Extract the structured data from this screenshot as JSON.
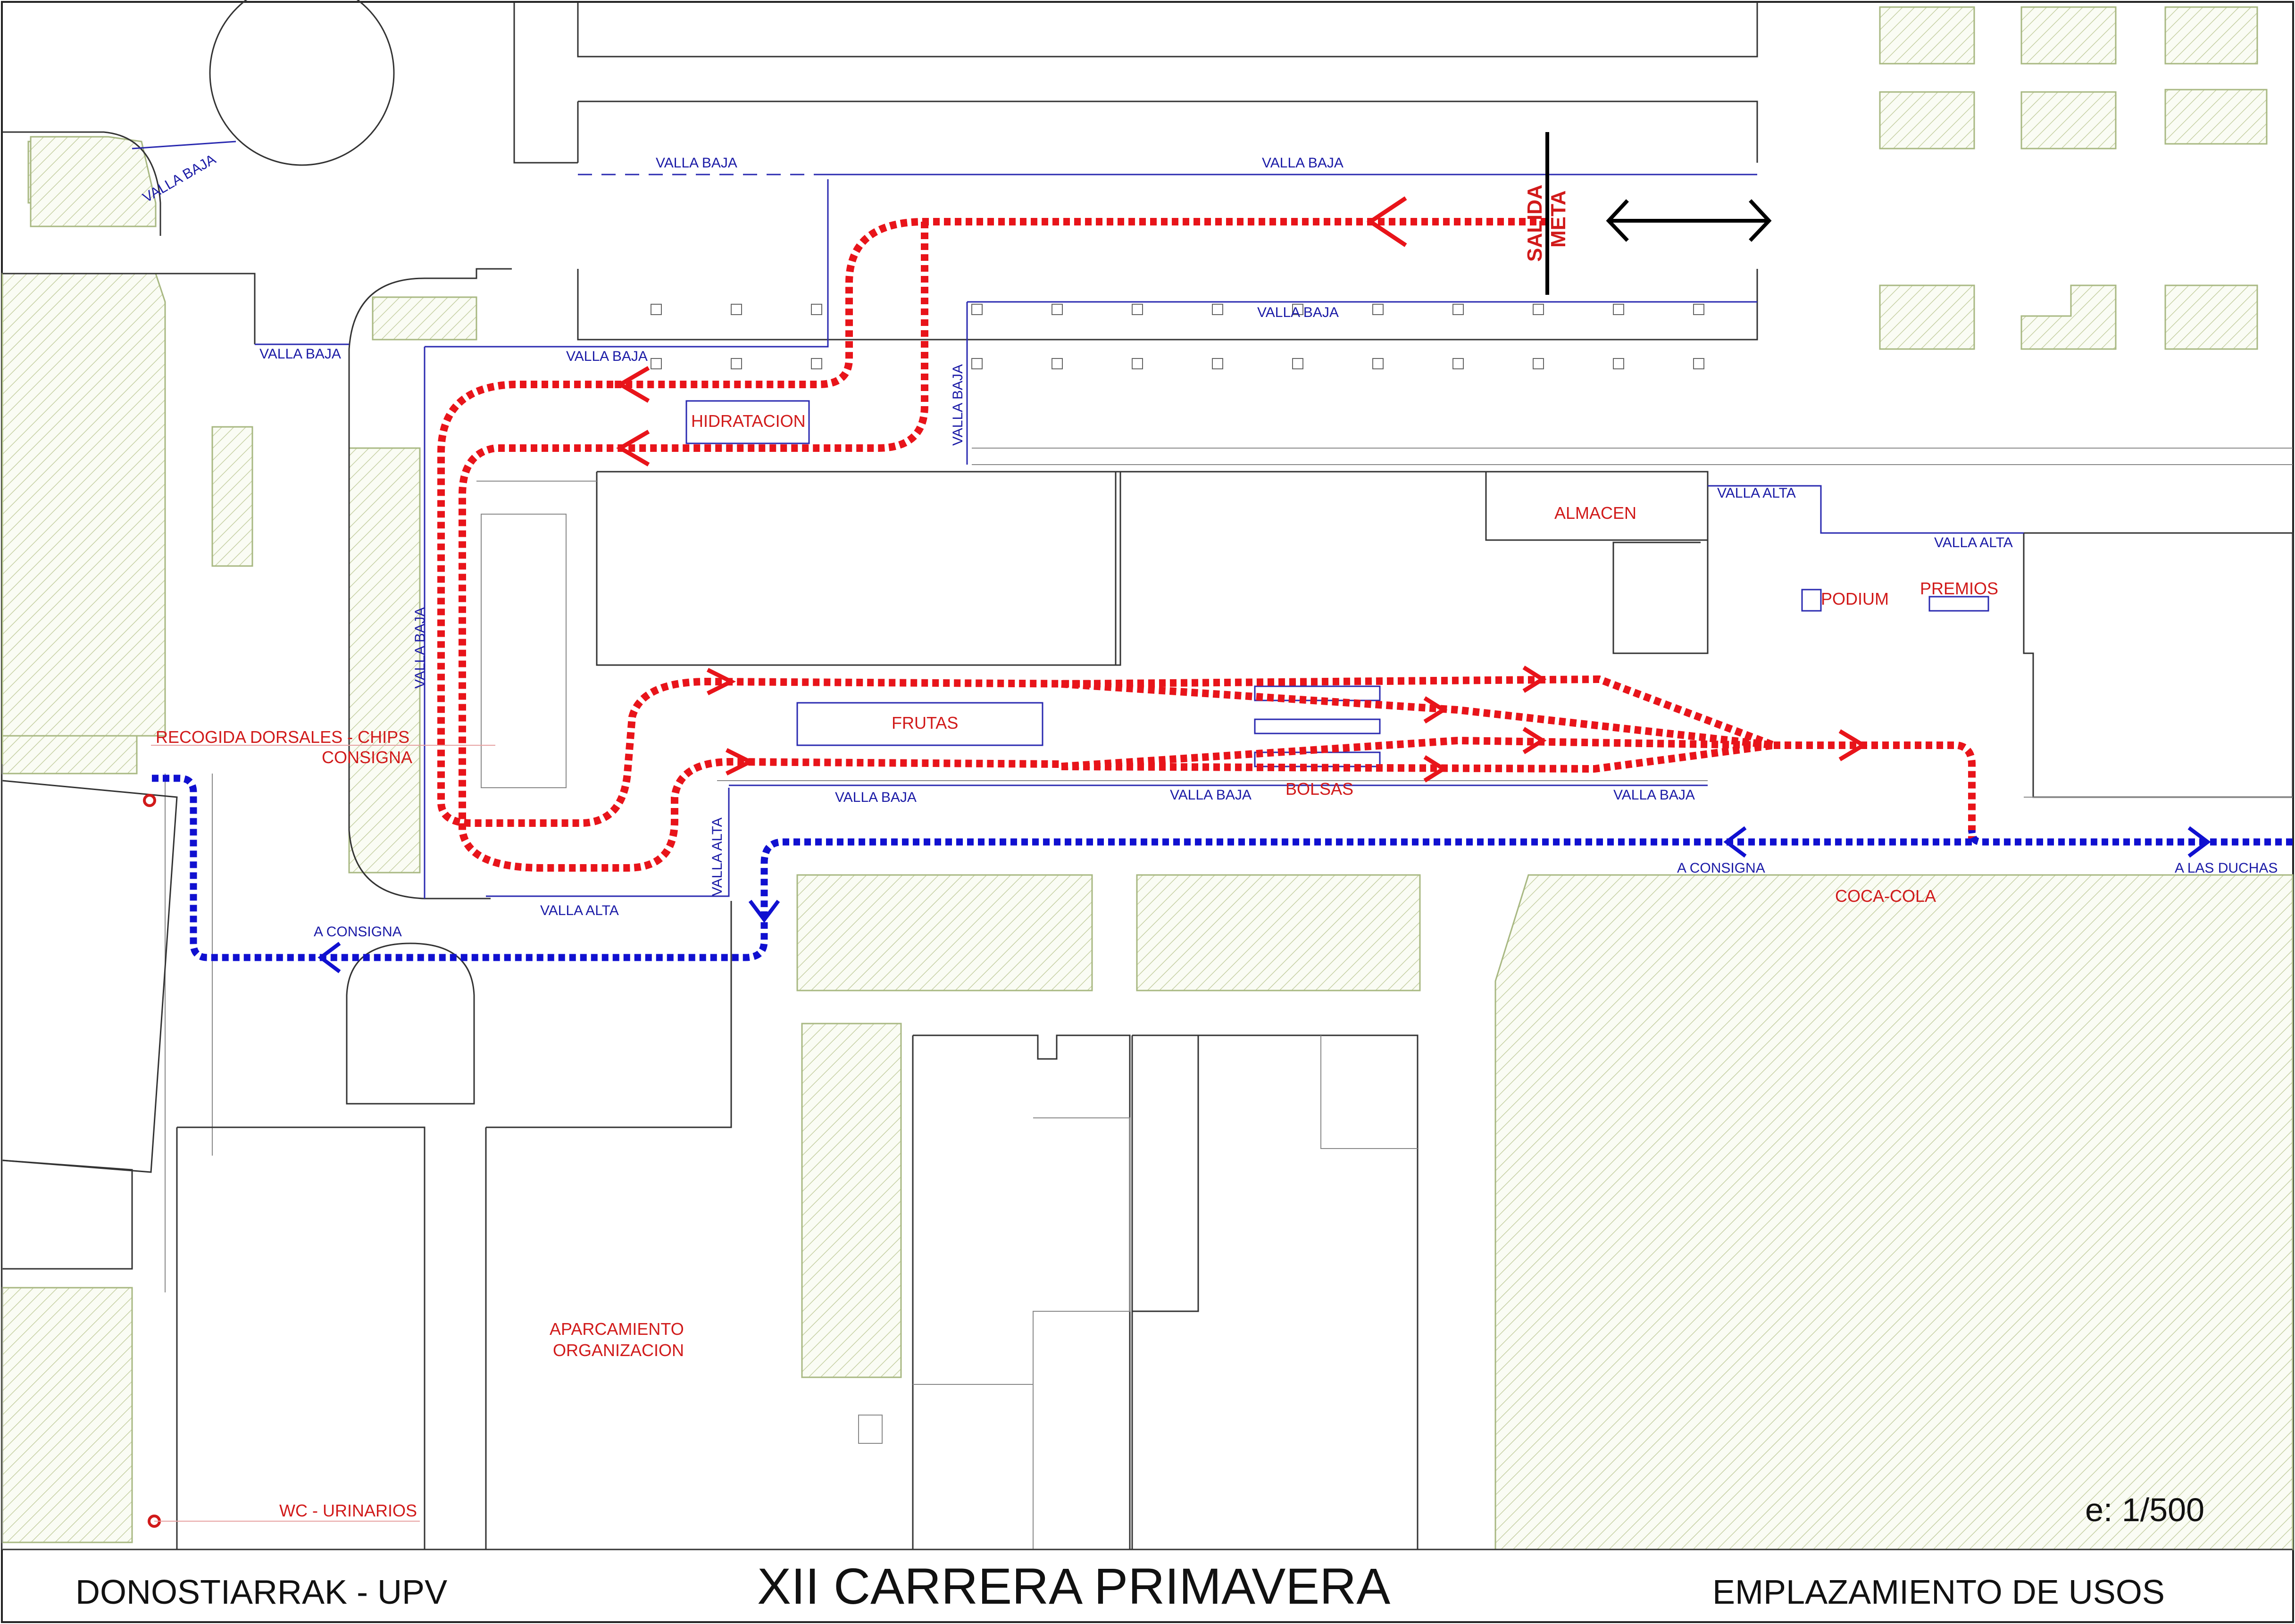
{
  "map": {
    "title": "XII CARRERA PRIMAVERA",
    "organizer": "DONOSTIARRAK - UPV",
    "subtitle": "EMPLAZAMIENTO DE USOS",
    "scale": "e: 1/500",
    "labels": {
      "salida": "SALIDA",
      "meta": "META",
      "hidratacion": "HIDRATACION",
      "frutas": "FRUTAS",
      "bolsas": "BOLSAS",
      "almacen": "ALMACEN",
      "podium": "PODIUM",
      "premios": "PREMIOS",
      "coca_cola": "COCA-COLA",
      "recogida": "RECOGIDA DORSALES - CHIPS",
      "consigna": "CONSIGNA",
      "wc": "WC - URINARIOS",
      "aparcamiento_1": "APARCAMIENTO",
      "aparcamiento_2": "ORGANIZACION",
      "a_consigna": "A CONSIGNA",
      "a_las_duchas": "A LAS DUCHAS",
      "valla_baja": "VALLA BAJA",
      "valla_alta": "VALLA ALTA"
    },
    "colors": {
      "route_runners": "#e8141a",
      "route_to_consigna": "#1010d0",
      "fence_labels": "#1a1aa6",
      "use_labels": "#d11a1a",
      "green_areas": "#a8b882"
    }
  }
}
